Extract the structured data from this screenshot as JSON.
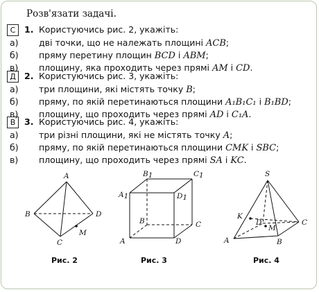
{
  "heading": "Розв'язати задачі.",
  "tasks": [
    {
      "badge": "С",
      "number": "1.",
      "stem": "Користуючись рис. 2, укажіть:",
      "items": [
        {
          "letter": "а)",
          "pre": "дві точки, що не належать площині ",
          "math": "ACB",
          "post": ";"
        },
        {
          "letter": "б)",
          "pre": "пряму перетину площин ",
          "math": "BCD",
          "mid": " і ",
          "math2": "ABM",
          "post": ";"
        },
        {
          "letter": "в)",
          "pre": "площину, яка проходить через прямі ",
          "math": "AM",
          "mid": " і ",
          "math2": "CD",
          "post": "."
        }
      ]
    },
    {
      "badge": "Д",
      "number": "2.",
      "stem": "Користуючись рис. 3, укажіть:",
      "items": [
        {
          "letter": "а)",
          "pre": "три площини, які містять точку ",
          "math": "B",
          "post": ";"
        },
        {
          "letter": "б)",
          "pre": "пряму, по якій перетинаються площини ",
          "math": "A₁B₁C₁",
          "mid": " і ",
          "math2": "B₁BD",
          "post": ";"
        },
        {
          "letter": "в)",
          "pre": "площину, що проходить через прямі ",
          "math": "AD",
          "mid": " і ",
          "math2": "C₁A",
          "post": "."
        }
      ]
    },
    {
      "badge": "В",
      "number": "3.",
      "stem": "Користуючись рис. 4, укажіть:",
      "items": [
        {
          "letter": "а)",
          "pre": "три різні площини, які не містять точку ",
          "math": "A",
          "post": ";"
        },
        {
          "letter": "б)",
          "pre": "пряму, по якій перетинаються площини ",
          "math": "CMK",
          "mid": " і ",
          "math2": "SBC",
          "post": ";"
        },
        {
          "letter": "в)",
          "pre": "площину, що проходить через прямі ",
          "math": "SA",
          "mid": " і ",
          "math2": "KC",
          "post": "."
        }
      ]
    }
  ],
  "figures": {
    "fig2": {
      "caption": "Рис. 2",
      "labels": {
        "A": "A",
        "B": "B",
        "C": "C",
        "D": "D",
        "M": "M"
      }
    },
    "fig3": {
      "caption": "Рис. 3",
      "labels": {
        "A": "A",
        "B": "B",
        "C": "C",
        "D": "D",
        "A1": "A",
        "B1": "B",
        "C1": "C",
        "D1": "D",
        "sub1": "1"
      }
    },
    "fig4": {
      "caption": "Рис. 4",
      "labels": {
        "S": "S",
        "K": "K",
        "D": "D",
        "M": "M",
        "C": "C",
        "A": "A",
        "B": "B"
      }
    }
  }
}
